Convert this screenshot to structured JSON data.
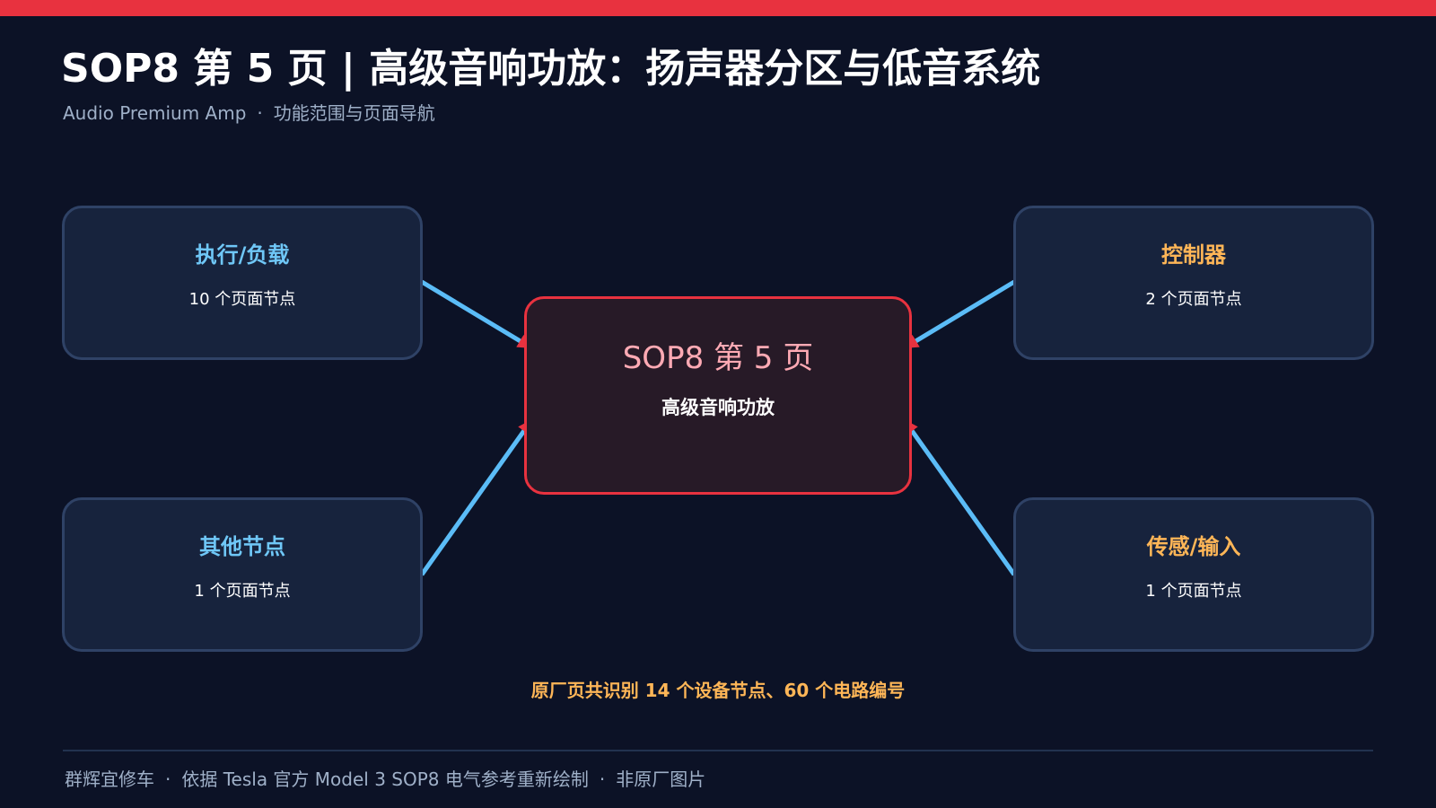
{
  "header": {
    "title": "SOP8 第 5 页 | 高级音响功放：扬声器分区与低音系统",
    "subtitle_en": "Audio Premium Amp",
    "subtitle_sep": "·",
    "subtitle_cn": "功能范围与页面导航"
  },
  "center_node": {
    "title": "SOP8 第 5 页",
    "subtitle": "高级音响功放"
  },
  "nodes": [
    {
      "title": "执行/负载",
      "count": "10 个页面节点"
    },
    {
      "title": "控制器",
      "count": "2 个页面节点"
    },
    {
      "title": "其他节点",
      "count": "1 个页面节点"
    },
    {
      "title": "传感/输入",
      "count": "1 个页面节点"
    }
  ],
  "summary": "原厂页共识别 14 个设备节点、60 个电路编号",
  "footer": {
    "brand": "群辉宜修车",
    "sep": "·",
    "source": "依据 Tesla 官方 Model 3 SOP8 电气参考重新绘制",
    "note": "非原厂图片"
  },
  "colors": {
    "background": "#0c1226",
    "accent_red": "#e8323f",
    "link_blue": "#5bbcf7",
    "label_blue": "#6fc7f7",
    "label_orange": "#ffb657",
    "node_fill": "#17233d",
    "node_border": "#2f4266"
  }
}
